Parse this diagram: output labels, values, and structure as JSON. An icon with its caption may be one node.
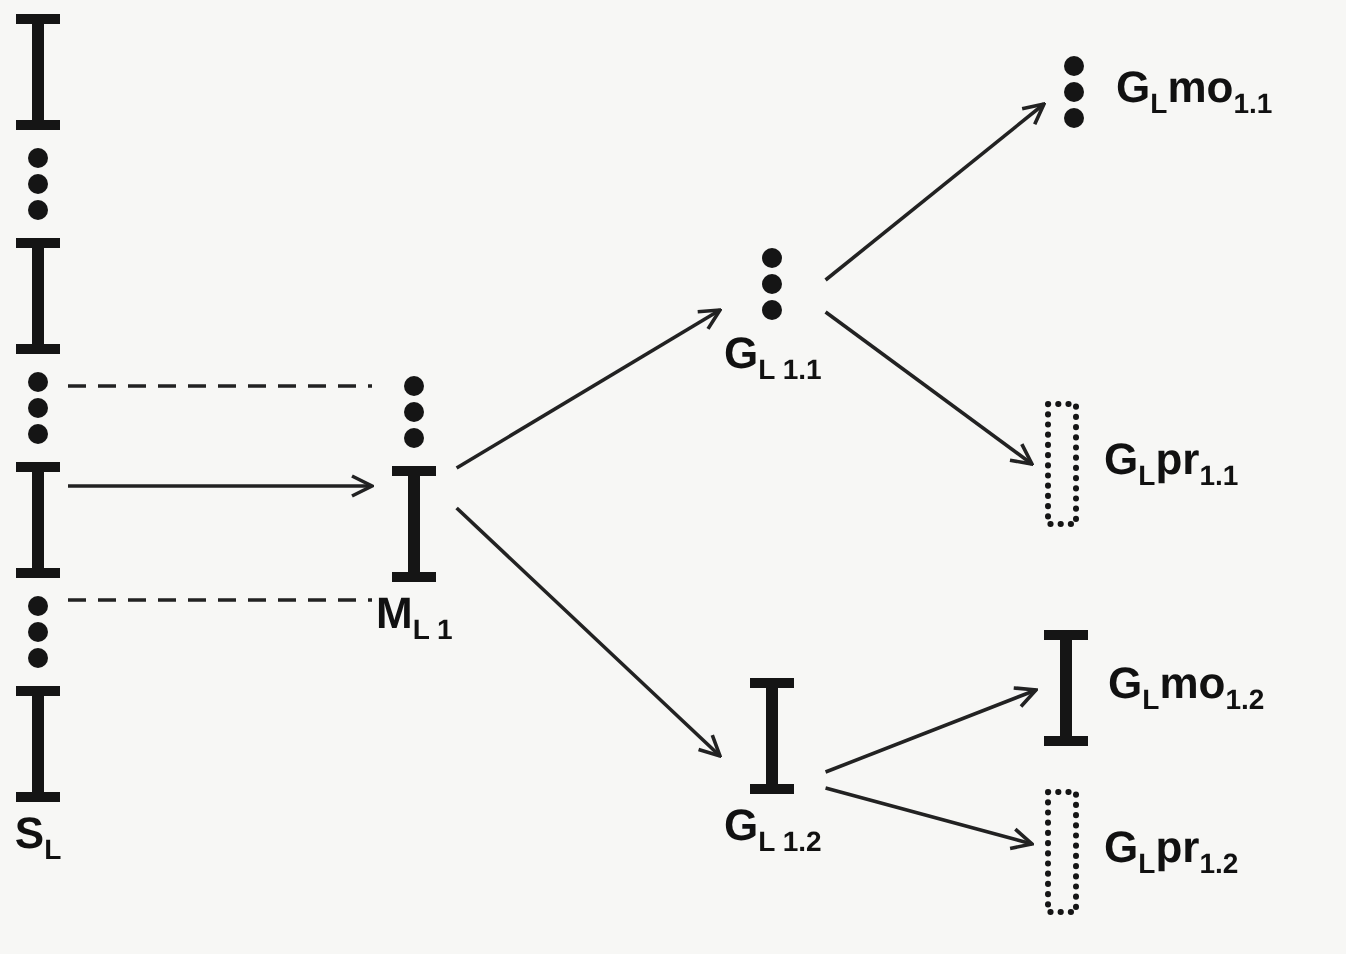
{
  "diagram": {
    "nodes": [
      {
        "text": [
          "S$_{L}$"
        ]
      },
      {
        "text": [
          "M$_{L 1}$"
        ]
      },
      {
        "text": [
          "G$_{L 1.1}$"
        ]
      },
      {
        "text": [
          "G$_{L 1.2}$"
        ]
      },
      {
        "text": [
          "G$_{L}$mo$_{1.1}$"
        ]
      },
      {
        "text": [
          "G$_{L}$pr$_{1.1}$"
        ]
      },
      {
        "text": [
          "G$_{L}$mo$_{1.2}$"
        ]
      },
      {
        "text": [
          "G$_{L}$pr$_{1.2}$"
        ]
      }
    ],
    "edges": [
      {
        "from": 0,
        "to": 1,
        "arrow": "none",
        "style": "dashed"
      },
      {
        "from": 0,
        "to": 1,
        "arrow": "to"
      },
      {
        "from": 0,
        "to": 1,
        "arrow": "none",
        "style": "dashed"
      },
      {
        "from": 1,
        "to": 2,
        "arrow": "to"
      },
      {
        "from": 1,
        "to": 3,
        "arrow": "to"
      },
      {
        "from": 2,
        "to": 4,
        "arrow": "to"
      },
      {
        "from": 2,
        "to": 5,
        "arrow": "to"
      },
      {
        "from": 3,
        "to": 6,
        "arrow": "to"
      },
      {
        "from": 3,
        "to": 7,
        "arrow": "to"
      }
    ]
  }
}
